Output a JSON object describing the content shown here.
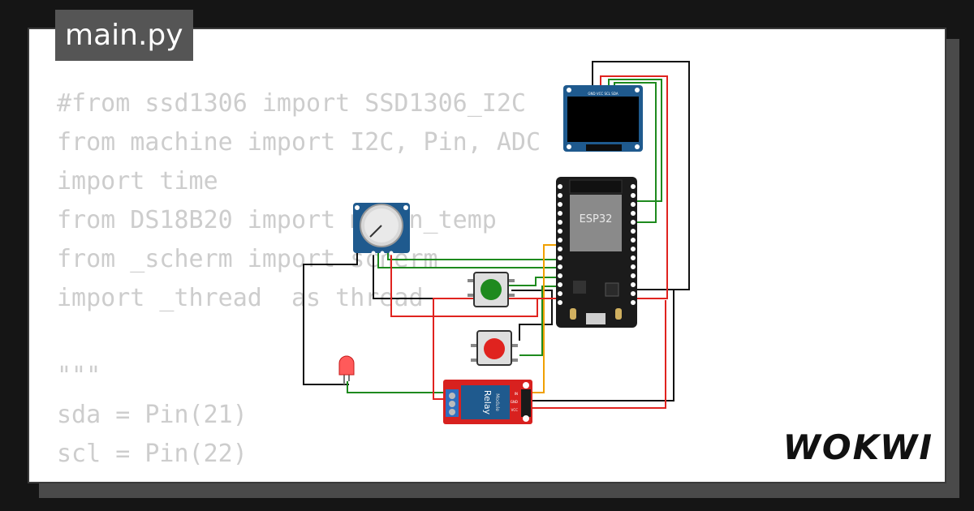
{
  "file_tab": {
    "label": "main.py"
  },
  "code_lines": [
    "#from ssd1306 import SSD1306_I2C",
    "from machine import I2C, Pin, ADC",
    "import time",
    "from DS18B20 import meten_temp",
    "from _scherm import scherm",
    "import _thread  as thread",
    "",
    "\"\"\"",
    "sda = Pin(21)",
    "scl = Pin(22)"
  ],
  "circuit": {
    "oled_pins": "GND VCC SCL SDA",
    "esp32_label": "ESP32",
    "relay_label": "Relay",
    "relay_sub": "Module",
    "relay_pins": [
      "IN",
      "GND",
      "VCC"
    ]
  },
  "brand": {
    "logo": "WOKWI"
  },
  "colors": {
    "wire_red": "#e0231f",
    "wire_green": "#1e8a1e",
    "wire_black": "#111111",
    "wire_orange": "#f0a000",
    "board": "#1b1b1b",
    "relay": "#d8211f",
    "module_blue": "#1f5a8e"
  }
}
